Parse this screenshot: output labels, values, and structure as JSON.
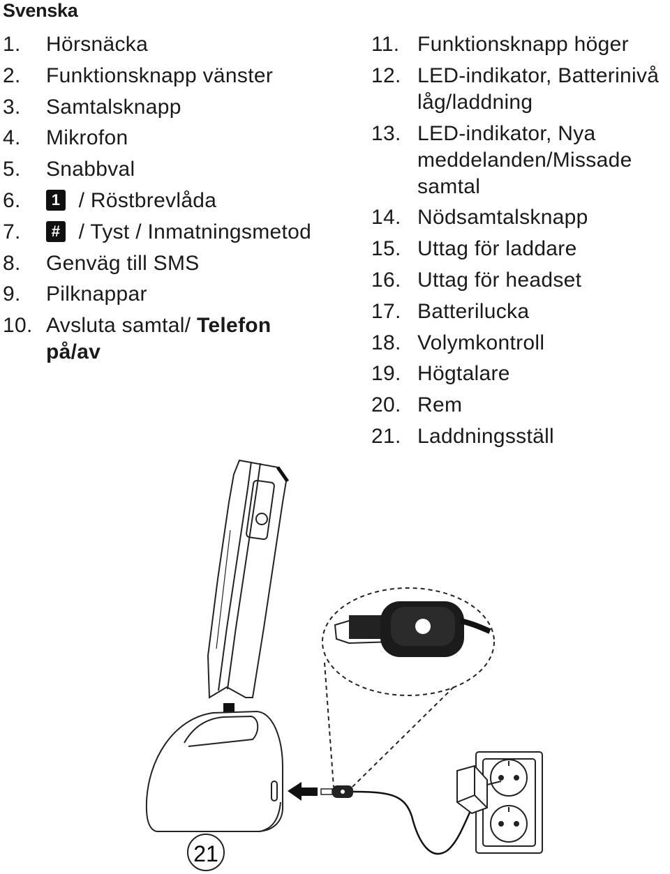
{
  "heading": "Svenska",
  "left_items": [
    {
      "num": "1.",
      "text": "Hörsnäcka"
    },
    {
      "num": "2.",
      "text": "Funktionsknapp vänster"
    },
    {
      "num": "3.",
      "text": "Samtalsknapp"
    },
    {
      "num": "4.",
      "text": "Mikrofon"
    },
    {
      "num": "5.",
      "text": "Snabbval"
    },
    {
      "num": "6.",
      "key": "1",
      "text": " / Röstbrevlåda"
    },
    {
      "num": "7.",
      "key": "#",
      "text": " / Tyst / Inmatningsmetod"
    },
    {
      "num": "8.",
      "text": "Genväg till SMS"
    },
    {
      "num": "9.",
      "text": "Pilknappar"
    },
    {
      "num": "10.",
      "text": "Avsluta samtal/ ",
      "bold": "Telefon på/av"
    }
  ],
  "right_items": [
    {
      "num": "11.",
      "text": "Funktionsknapp höger"
    },
    {
      "num": "12.",
      "text": "LED-indikator, Batterinivå låg/laddning"
    },
    {
      "num": "13.",
      "text": "LED-indikator,  Nya meddelanden/Missade samtal"
    },
    {
      "num": "14.",
      "text": "Nödsamtalsknapp"
    },
    {
      "num": "15.",
      "text": "Uttag för laddare"
    },
    {
      "num": "16.",
      "text": "Uttag för headset"
    },
    {
      "num": "17.",
      "text": "Batterilucka"
    },
    {
      "num": "18.",
      "text": "Volymkontroll"
    },
    {
      "num": "19.",
      "text": "Högtalare"
    },
    {
      "num": "20.",
      "text": "Rem"
    },
    {
      "num": "21.",
      "text": "Laddningsställ"
    }
  ],
  "figure_label": "21",
  "icons": {
    "phone": "mobile-phone-side-view",
    "stand": "charging-stand",
    "adapter": "usb-charger-connector",
    "outlet": "wall-power-outlet",
    "plug": "power-plug",
    "arrow": "insertion-arrow"
  }
}
